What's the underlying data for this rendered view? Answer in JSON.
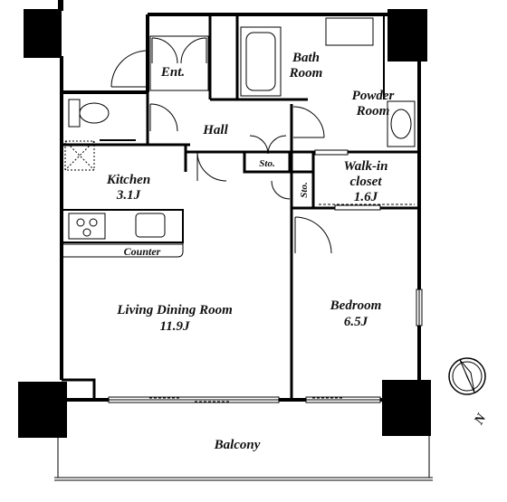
{
  "labels": {
    "entrance": "Ent.",
    "bath_line1": "Bath",
    "bath_line2": "Room",
    "powder_line1": "Powder",
    "powder_line2": "Room",
    "hall": "Hall",
    "storage_hall": "Sto.",
    "storage_closet": "Sto.",
    "kitchen": "Kitchen",
    "kitchen_size": "3.1J",
    "walkin_line1": "Walk-in",
    "walkin_line2": "closet",
    "walkin_size": "1.6J",
    "counter": "Counter",
    "living": "Living Dining Room",
    "living_size": "11.9J",
    "bedroom": "Bedroom",
    "bedroom_size": "6.5J",
    "balcony": "Balcony",
    "compass_north": "N"
  },
  "icons": [
    "compass-icon",
    "toilet-icon",
    "bathtub-icon",
    "sink-icon",
    "stove-icon",
    "door-swing-icon"
  ]
}
